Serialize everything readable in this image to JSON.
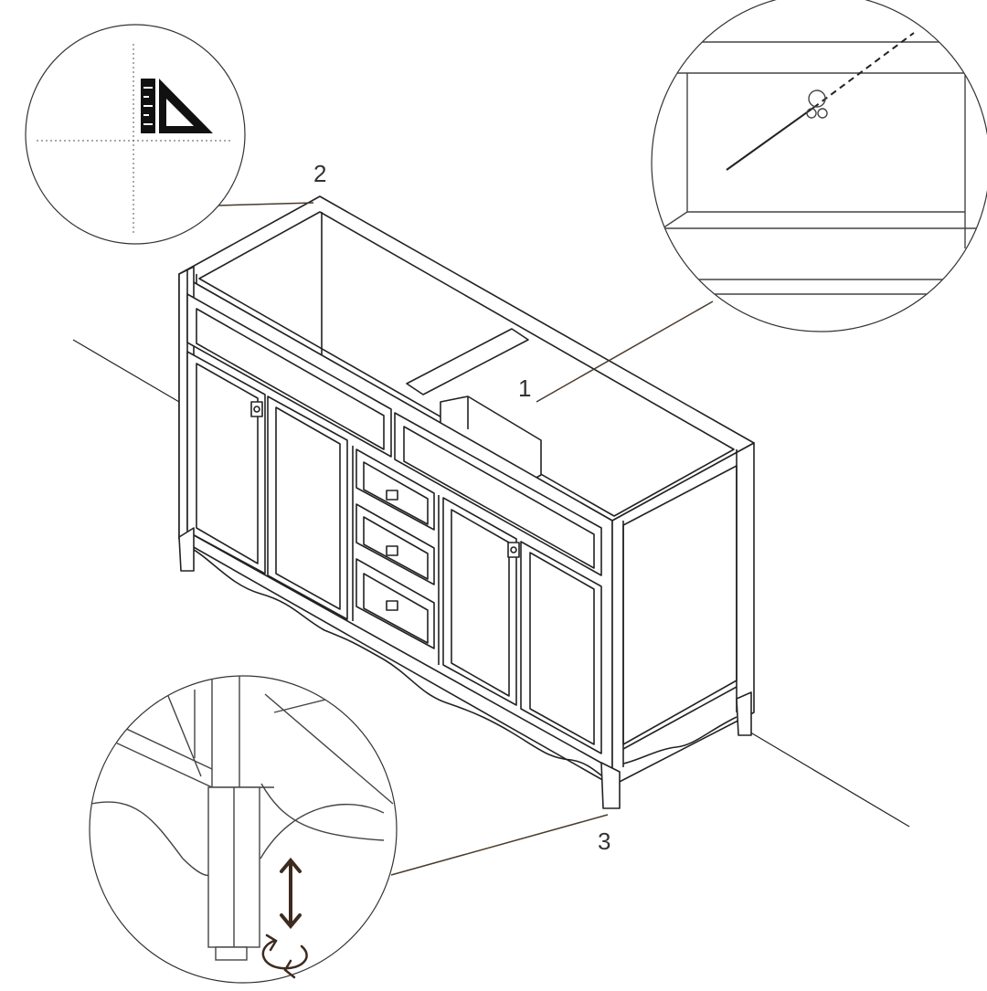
{
  "diagram": {
    "callouts": [
      {
        "id": "1",
        "label": "1",
        "detail": "wall-anchor-screw-detail"
      },
      {
        "id": "2",
        "label": "2",
        "detail": "square-level-check-detail"
      },
      {
        "id": "3",
        "label": "3",
        "detail": "adjustable-leg-leveler-detail"
      }
    ],
    "icons": [
      "square-ruler-icon",
      "vertical-adjust-arrow-icon",
      "rotate-arrow-icon"
    ],
    "colors": {
      "line": "#222222",
      "callout_line": "#4a3a2a",
      "arrow": "#3d2b1f",
      "background": "#ffffff"
    }
  }
}
